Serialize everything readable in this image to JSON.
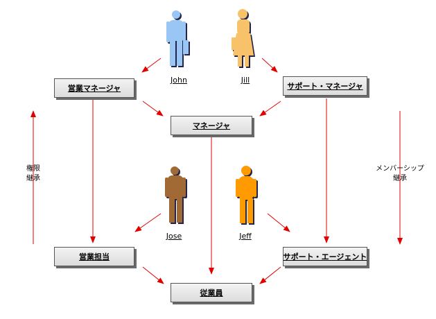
{
  "roles": {
    "sales_manager": "営業マネージャ",
    "support_manager": "サポート・マネージャ",
    "manager": "マネージャ",
    "sales_rep": "営業担当",
    "support_agent": "サポート・エージェント",
    "employee": "従業員"
  },
  "people": {
    "john": "John",
    "jill": "Jill",
    "jose": "Jose",
    "jeff": "Jeff"
  },
  "labels": {
    "inheritance_line1": "権限",
    "inheritance_line2": "継承",
    "membership_line1": "メンバーシップ",
    "membership_line2": "継承"
  },
  "colors": {
    "arrow": "#e00000",
    "john": "#99c6f5",
    "jill": "#f8c26a",
    "jose": "#a16a34",
    "jeff": "#ff9a00",
    "shadow": "#24244a"
  }
}
